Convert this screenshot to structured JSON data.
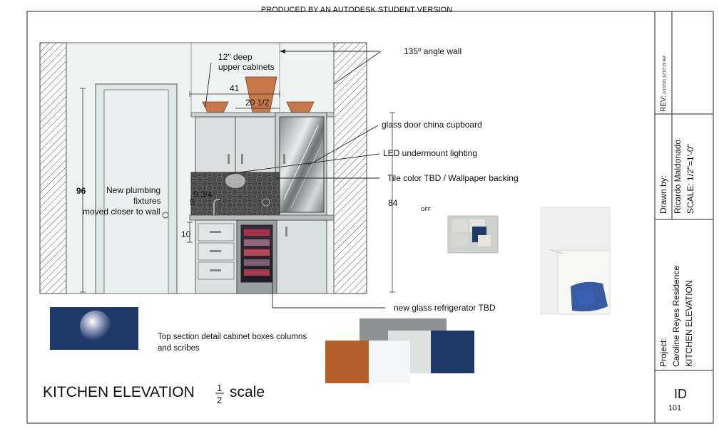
{
  "sheet": {
    "watermark": "PRODUCED BY AN AUTODESK STUDENT VERSION",
    "title": "KITCHEN ELEVATION",
    "scale_numerator": "1",
    "scale_denominator": "2",
    "title_suffix": "scale"
  },
  "annotations": {
    "upper_cabinets_line1": "12\" deep",
    "upper_cabinets_line2": "upper cabinets",
    "angle_wall": "135º angle wall",
    "china_cupboard": "glass door china cupboard",
    "led": "LED  undermount lighting",
    "tile": "Tile color TBD / Wallpaper backing",
    "plumbing_line1": "New plumbing",
    "plumbing_line2": "fixtures",
    "plumbing_line3": "moved closer to wall",
    "refrigerator": "new glass refrigerator TBD",
    "section_detail_line1": "Top section detail cabinet boxes columns",
    "section_detail_line2": "and scribes",
    "off_label": "OFF"
  },
  "dimensions": {
    "width_41": "41",
    "width_20_half": "20 1/2",
    "height_96": "96",
    "height_84": "84",
    "faucet_9_3_4": "9 3/4",
    "faucet_5": "5",
    "toe_10": "10"
  },
  "title_block": {
    "rev_label": "REV:",
    "rev_date": "2/1/2021 12:07:19 AM",
    "drawn_by_label": "Drawn by:",
    "drawn_by_name": "Ricardo Maldonado",
    "scale": "SCALE: 1/2\"=1'-0\"",
    "project_label": "Project:",
    "project_name": "Caroline Reyes Residence",
    "sheet_name": "KITCHEN ELEVATION",
    "id_label": "ID",
    "sheet_number": "101"
  },
  "colors": {
    "navy": "#1f3a68",
    "copper": "#b5602a",
    "gray": "#8e9293",
    "light_gray": "#dde2e1",
    "off_white": "#f3f5f6",
    "cabinet": "#d8e1df",
    "wall": "#e9eeed"
  },
  "swatches": [
    {
      "name": "gray",
      "color": "#8e9293"
    },
    {
      "name": "copper",
      "color": "#b5602a"
    },
    {
      "name": "off-white",
      "color": "#f3f5f6"
    },
    {
      "name": "light-gray",
      "color": "#dde2e1"
    },
    {
      "name": "navy",
      "color": "#1f3a68"
    }
  ]
}
